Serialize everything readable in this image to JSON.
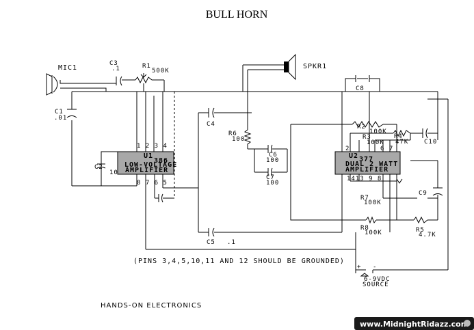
{
  "title": "BULL HORN",
  "components": {
    "mic": "MIC1",
    "c3": "C3",
    "c3_val": ".1",
    "r1": "R1",
    "r1_val": "500K",
    "spkr": "SPKR1",
    "c1": "C1",
    "c1_val": ".01",
    "c4": "C4",
    "c8": "C8",
    "r6": "R6",
    "r6_val": "100",
    "c6": "C6",
    "c6_val": "100",
    "c7": "C7",
    "c7_val": "100",
    "c2": "C2",
    "c2_val": "10",
    "c5": "C5",
    "c5_val": ".1",
    "r2": "R2",
    "r2_val": "100K",
    "r3": "R3",
    "r3_val": "100K",
    "r4": "R4",
    "r4_val": "47K",
    "c10": "C10",
    "c9": "C9",
    "r7": "R7",
    "r7_val": "100K",
    "r8": "R8",
    "r8_val": "100K",
    "r5": "R5",
    "r5_val": "4.7K"
  },
  "u1": {
    "ref": "U1",
    "part": "386",
    "line1": "LOW-VOLTAGE",
    "line2": "AMPLIFIER",
    "pins_top": "1 2 3 4",
    "pins_bottom": "8 7 6 5"
  },
  "u2": {
    "ref": "U2",
    "part": "377",
    "line1": "DUAL 2 WATT",
    "line2": "AMPLIFIER",
    "pins_top": "2",
    "pins_top2": "6 7",
    "pins_bottom": "1413 9 8"
  },
  "notes": {
    "ground": "(PINS 3,4,5,10,11 AND 12 SHOULD BE GROUNDED)",
    "source1": "6-9VDC",
    "source2": "SOURCE",
    "plus": "+",
    "minus": "-"
  },
  "footer": "HANDS-ON ELECTRONICS",
  "watermark": "www.MidnightRidazz.com"
}
